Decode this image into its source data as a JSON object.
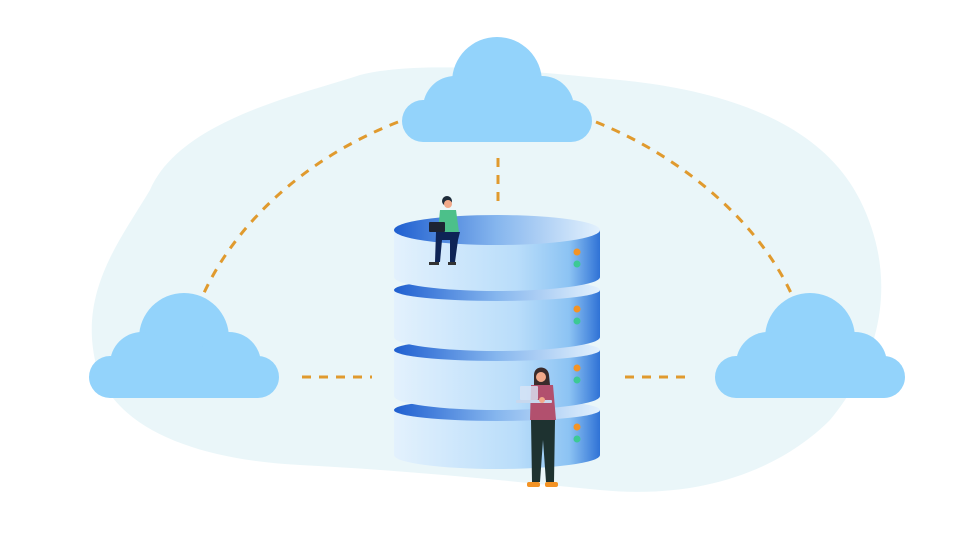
{
  "illustration": {
    "subject": "cloud-database",
    "colors": {
      "background_blob": "#EAF6F9",
      "cloud": "#93D3FB",
      "connector": "#E09A2E",
      "db_dark": "#2F72D6",
      "db_light": "#DCEEFD",
      "led_orange": "#F39325",
      "led_green": "#3CC995",
      "person1_shirt": "#4CC08A",
      "person2_shirt": "#B2506E"
    },
    "icons": [
      "cloud-icon",
      "database-icon",
      "person-with-laptop-icon"
    ],
    "database_tiers": 4,
    "clouds": 3
  }
}
